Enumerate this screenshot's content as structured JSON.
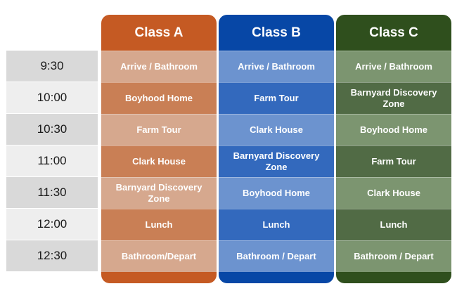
{
  "times": [
    "9:30",
    "10:00",
    "10:30",
    "11:00",
    "11:30",
    "12:00",
    "12:30"
  ],
  "classes": [
    {
      "name": "Class A",
      "color": "#c55a23",
      "activities": [
        "Arrive / Bathroom",
        "Boyhood Home",
        "Farm Tour",
        "Clark House",
        "Barnyard Discovery Zone",
        "Lunch",
        "Bathroom/Depart"
      ]
    },
    {
      "name": "Class B",
      "color": "#0747a6",
      "activities": [
        "Arrive / Bathroom",
        "Farm Tour",
        "Clark House",
        "Barnyard Discovery Zone",
        "Boyhood Home",
        "Lunch",
        "Bathroom / Depart"
      ]
    },
    {
      "name": "Class C",
      "color": "#2f4f1d",
      "activities": [
        "Arrive / Bathroom",
        "Barnyard Discovery Zone",
        "Boyhood Home",
        "Farm Tour",
        "Clark House",
        "Lunch",
        "Bathroom / Depart"
      ]
    }
  ]
}
